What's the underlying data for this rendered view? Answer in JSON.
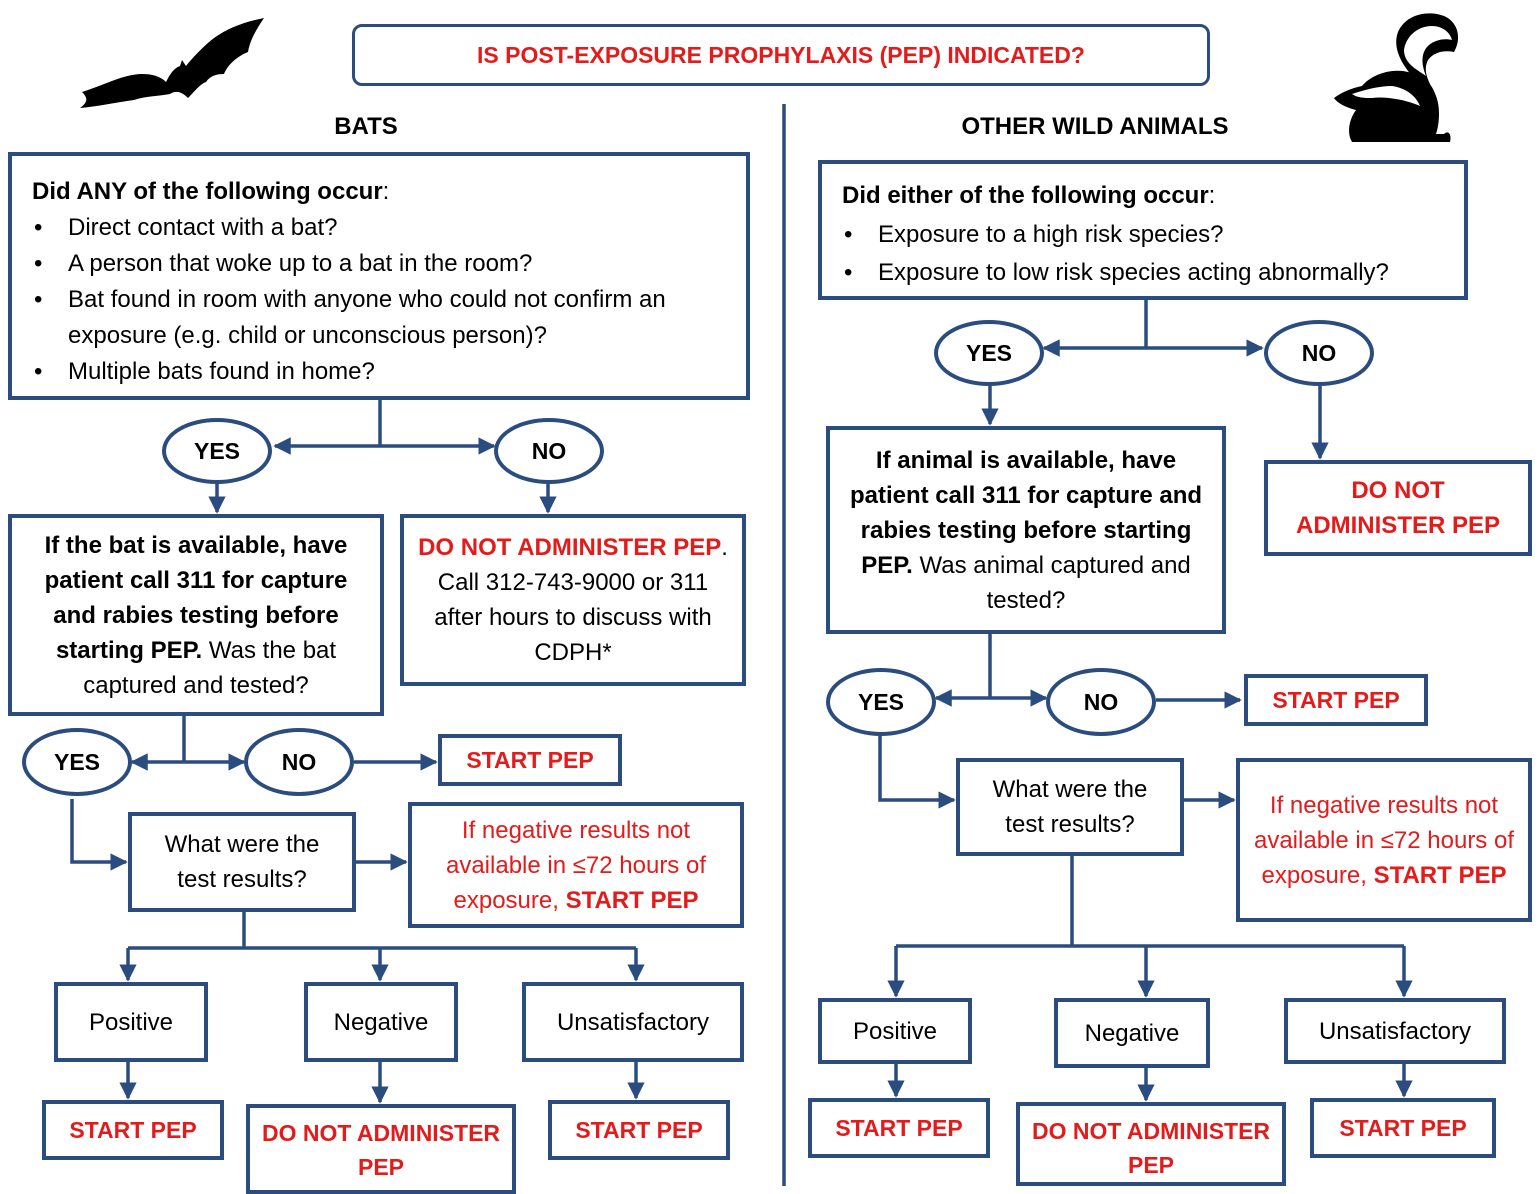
{
  "title": "IS POST-EXPOSURE PROPHYLAXIS (PEP) INDICATED?",
  "colors": {
    "border": "#2b4c7e",
    "alert_red": "#e31b1b",
    "text": "#000000"
  },
  "icons": {
    "left": "bat-icon",
    "right": "skunk-icon"
  },
  "bats": {
    "header": "BATS",
    "question_lead": "Did ANY of the following occur",
    "question_colon": ":",
    "bullets": [
      "Direct contact with a bat?",
      "A person that woke up to a bat in the room?",
      "Bat found in room with anyone who could not confirm an exposure (e.g. child or unconscious person)?",
      "Multiple bats found in home?"
    ],
    "yes1": "YES",
    "no1": "NO",
    "capture_bold": "If the bat is available, have patient call 311 for capture and rabies testing before starting PEP.",
    "capture_rest": " Was the bat captured and tested?",
    "no_admin_red": "DO NOT ADMINISTER PEP",
    "no_admin_rest": ". Call 312-743-9000 or 311 after hours to discuss with CDPH*",
    "yes2": "YES",
    "no2": "NO",
    "start_pep_1": "START PEP",
    "test_results": "What were the test results?",
    "negative_note": "If negative results not available in ≤72 hours of exposure, ",
    "negative_note_bold": "START PEP",
    "positive": "Positive",
    "negative": "Negative",
    "unsatisfactory": "Unsatisfactory",
    "start_pep_pos": "START PEP",
    "do_not_admin": "DO NOT ADMINISTER PEP",
    "start_pep_unsat": "START PEP"
  },
  "wild": {
    "header": "OTHER WILD ANIMALS",
    "question_lead": "Did either of the following occur",
    "question_colon": ":",
    "bullets": [
      "Exposure to a high risk species?",
      "Exposure to low risk species acting abnormally?"
    ],
    "yes1": "YES",
    "no1": "NO",
    "capture_bold": "If animal is available, have patient call 311 for capture and rabies testing before starting PEP.",
    "capture_rest": " Was animal captured and tested?",
    "no_admin": "DO NOT ADMINISTER PEP",
    "yes2": "YES",
    "no2": "NO",
    "start_pep_1": "START PEP",
    "test_results": "What were the test results?",
    "negative_note": "If negative results not available in ≤72 hours of exposure,",
    "negative_note_bold": "START PEP",
    "positive": "Positive",
    "negative": "Negative",
    "unsatisfactory": "Unsatisfactory",
    "start_pep_pos": "START PEP",
    "do_not_admin": "DO NOT ADMINISTER PEP",
    "start_pep_unsat": "START PEP"
  }
}
